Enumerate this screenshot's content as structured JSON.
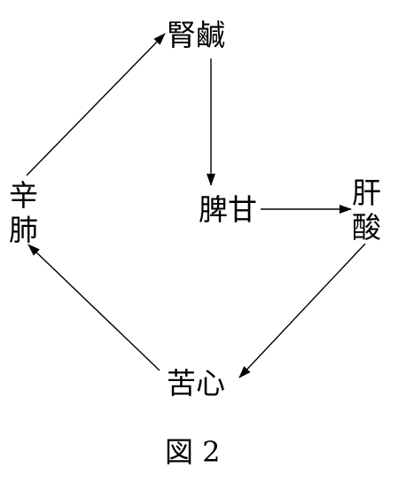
{
  "nodes": {
    "kidney": "腎鹹",
    "spleen": "脾甘",
    "liver": {
      "line1": "肝",
      "line2": "酸"
    },
    "heart": "苦心",
    "lung": {
      "line1": "辛",
      "line2": "肺"
    }
  },
  "caption": "図 2"
}
